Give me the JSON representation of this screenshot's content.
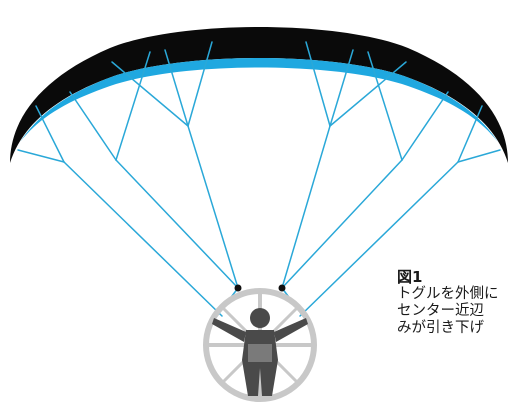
{
  "figure": {
    "number": "図1",
    "caption_lines": [
      "トグルを外側に",
      "センター近辺",
      "みが引き下げ"
    ]
  },
  "colors": {
    "wing": "#0a0a0a",
    "wing_trailing_edge": "#1fa8e0",
    "lines": "#2aa8d8",
    "pilot": "#4a4a4a",
    "harness_circle": "#c8c8c8",
    "brake_handles": "#111111"
  }
}
